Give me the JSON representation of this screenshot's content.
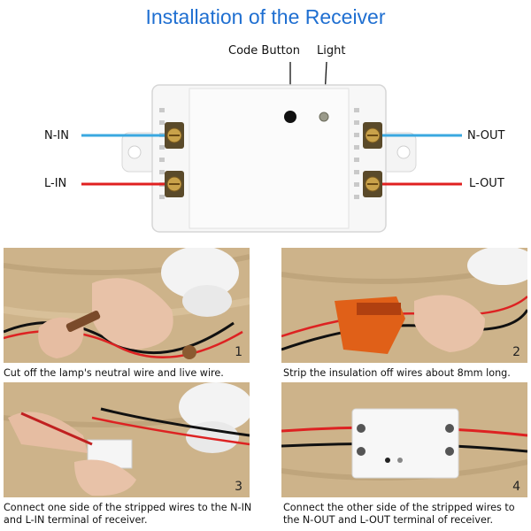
{
  "title": "Installation of the Receiver",
  "labels": {
    "code_button": "Code Button",
    "light": "Light",
    "n_in": "N-IN",
    "l_in": "L-IN",
    "n_out": "N-OUT",
    "l_out": "L-OUT"
  },
  "colors": {
    "title": "#1f6fd1",
    "neutral_wire": "#3aa8e0",
    "live_wire": "#e02020"
  },
  "steps": [
    {
      "number": "1",
      "caption": "Cut off the lamp's neutral wire and live wire."
    },
    {
      "number": "2",
      "caption": "Strip the insulation off wires about 8mm long."
    },
    {
      "number": "3",
      "caption": "Connect one side of the stripped wires to the N-IN and L-IN terminal of receiver."
    },
    {
      "number": "4",
      "caption": "Connect the other side of the stripped wires to the N-OUT and L-OUT terminal of receiver."
    }
  ]
}
